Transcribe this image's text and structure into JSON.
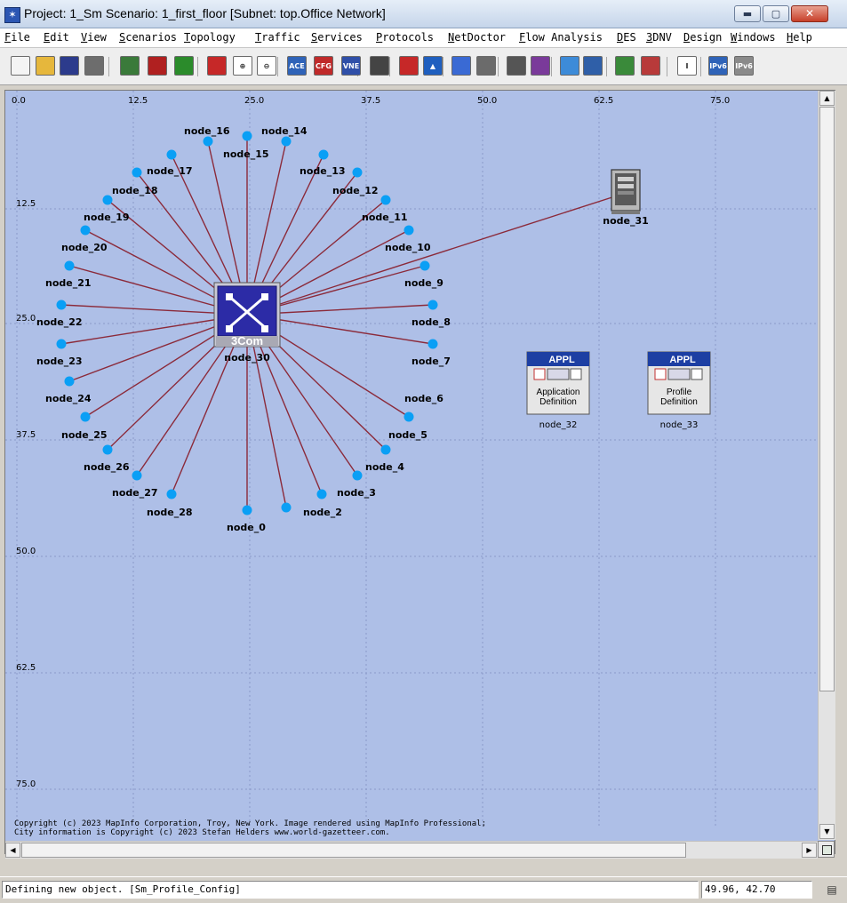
{
  "window": {
    "title": "Project: 1_Sm Scenario: 1_first_floor  [Subnet: top.Office Network]",
    "app_icon": "star-icon",
    "buttons": {
      "minimize": "▬",
      "maximize": "▢",
      "close": "✕"
    }
  },
  "menu": [
    "File",
    "Edit",
    "View",
    "Scenarios",
    "Topology",
    "Traffic",
    "Services",
    "Protocols",
    "NetDoctor",
    "Flow Analysis",
    "DES",
    "3DNV",
    "Design",
    "Windows",
    "Help"
  ],
  "toolbar": {
    "buttons": [
      {
        "name": "new-project-icon",
        "color": "#f4f4f4",
        "text": ""
      },
      {
        "name": "open-folder-icon",
        "color": "#e6b73c",
        "text": ""
      },
      {
        "name": "save-icon",
        "color": "#2c3b8c",
        "text": ""
      },
      {
        "name": "print-icon",
        "color": "#6d6d6d",
        "text": ""
      },
      {
        "name": "object-palette-icon",
        "color": "#3a7a3a",
        "text": ""
      },
      {
        "name": "fail-node-icon",
        "color": "#b02020",
        "text": ""
      },
      {
        "name": "recover-node-icon",
        "color": "#2b8b2b",
        "text": ""
      },
      {
        "name": "configure-node-icon",
        "color": "#c62828",
        "text": ""
      },
      {
        "name": "zoom-in-icon",
        "color": "#ffffff",
        "text": "⊕"
      },
      {
        "name": "zoom-out-icon",
        "color": "#ffffff",
        "text": "⊖"
      },
      {
        "name": "ace-icon",
        "color": "#2f63b8",
        "text": "ACE"
      },
      {
        "name": "cfg-icon",
        "color": "#c02a2a",
        "text": "CFG"
      },
      {
        "name": "vne-icon",
        "color": "#2f4fa8",
        "text": "VNE"
      },
      {
        "name": "traffic-light-icon",
        "color": "#444444",
        "text": ""
      },
      {
        "name": "run-simulation-icon",
        "color": "#c62828",
        "text": ""
      },
      {
        "name": "view-results-icon",
        "color": "#1f5fbf",
        "text": "▲"
      },
      {
        "name": "topology-icon-a",
        "color": "#3a6ad4",
        "text": ""
      },
      {
        "name": "topology-icon-b",
        "color": "#6b6b6b",
        "text": ""
      },
      {
        "name": "wand-icon",
        "color": "#555555",
        "text": ""
      },
      {
        "name": "route-icon",
        "color": "#7a3a9a",
        "text": ""
      },
      {
        "name": "import-icon",
        "color": "#3d8bd8",
        "text": ""
      },
      {
        "name": "rsvp-icon",
        "color": "#2f5fa8",
        "text": ""
      },
      {
        "name": "graph-icon-a",
        "color": "#3a8a3a",
        "text": ""
      },
      {
        "name": "graph-icon-b",
        "color": "#b83a3a",
        "text": ""
      },
      {
        "name": "info-icon",
        "color": "#ffffff",
        "text": "I"
      },
      {
        "name": "ipv6-icon-a",
        "color": "#2f63b8",
        "text": "IPv6"
      },
      {
        "name": "ipv6-icon-b",
        "color": "#8a8a8a",
        "text": "IPv6"
      }
    ]
  },
  "map": {
    "background": "#aebfe7",
    "grid_color": "#8a9ac8",
    "link_color": "#8b2a3a",
    "node_color": "#0a9ff5",
    "x_ticks": [
      "0.0",
      "12.5",
      "25.0",
      "37.5",
      "50.0",
      "62.5",
      "75.0"
    ],
    "y_ticks": [
      "12.5",
      "25.0",
      "37.5",
      "50.0",
      "62.5",
      "75.0"
    ],
    "hub": {
      "label": "node_30",
      "brand": "3Com"
    },
    "ring_nodes": [
      "node_0",
      "node_2",
      "node_3",
      "node_4",
      "node_5",
      "node_6",
      "node_7",
      "node_8",
      "node_9",
      "node_10",
      "node_11",
      "node_12",
      "node_13",
      "node_14",
      "node_15",
      "node_16",
      "node_17",
      "node_18",
      "node_19",
      "node_20",
      "node_21",
      "node_22",
      "node_23",
      "node_24",
      "node_25",
      "node_26",
      "node_27",
      "node_28"
    ],
    "server": {
      "label": "node_31"
    },
    "app_def": {
      "banner": "APPL",
      "line1": "Application",
      "line2": "Definition",
      "label": "node_32"
    },
    "profile_def": {
      "banner": "APPL",
      "line1": "Profile",
      "line2": "Definition",
      "label": "node_33"
    },
    "copyright_line1": "Copyright (c) 2023 MapInfo Corporation, Troy, New York. Image rendered using MapInfo Professional;",
    "copyright_line2": "City information is Copyright (c) 2023 Stefan Helders www.world-gazetteer.com."
  },
  "status": {
    "message": "Defining new object. [Sm_Profile_Config]",
    "coords": "49.96, 42.70"
  }
}
